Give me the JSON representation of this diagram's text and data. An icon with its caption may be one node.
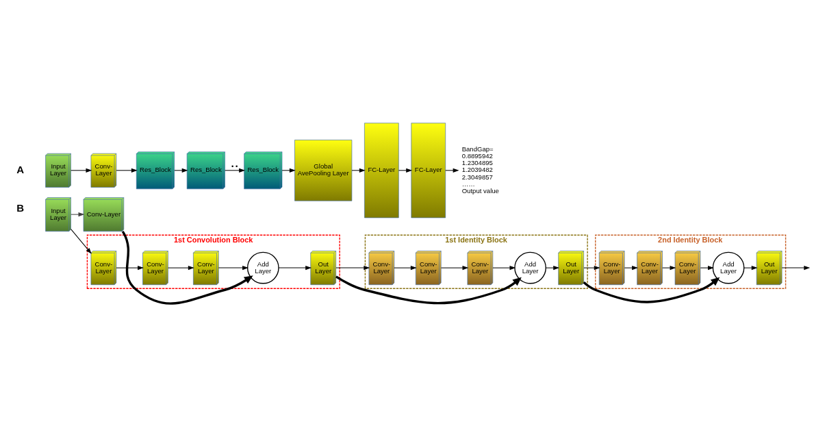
{
  "diagram": {
    "nodes": [
      {
        "text": [
          "Input Layer"
        ]
      },
      {
        "text": [
          "Conv- Layer"
        ]
      },
      {
        "text": [
          "Res_Block"
        ]
      },
      {
        "text": [
          "Res_Block"
        ]
      },
      {
        "text": [
          "Res_Block"
        ]
      },
      {
        "text": [
          "Global AvePooling Layer"
        ]
      },
      {
        "text": [
          "FC-Layer"
        ]
      },
      {
        "text": [
          "FC-Layer"
        ]
      },
      {
        "text": [
          "BandGap=",
          "0.8895942",
          "1.2304895",
          "1.2039482",
          "2.3049857",
          "……",
          "Output value"
        ]
      },
      {
        "text": [
          "Input Layer"
        ]
      },
      {
        "text": [
          "Conv-Layer"
        ]
      },
      {
        "text": [
          "1st Convolution Block"
        ]
      },
      {
        "text": [
          "Conv- Layer"
        ],
        "in": 11
      },
      {
        "text": [
          "Conv- Layer"
        ],
        "in": 11
      },
      {
        "text": [
          "Conv- Layer"
        ],
        "in": 11
      },
      {
        "text": [
          "Add Layer"
        ],
        "in": 11
      },
      {
        "text": [
          "Out Layer"
        ],
        "in": 11
      },
      {
        "text": [
          "1st Identity Block"
        ]
      },
      {
        "text": [
          "Conv- Layer"
        ],
        "in": 17
      },
      {
        "text": [
          "Conv- Layer"
        ],
        "in": 17
      },
      {
        "text": [
          "Conv- Layer"
        ],
        "in": 17
      },
      {
        "text": [
          "Add Layer"
        ],
        "in": 17
      },
      {
        "text": [
          "Out Layer"
        ],
        "in": 17
      },
      {
        "text": [
          "2nd Identity Block"
        ]
      },
      {
        "text": [
          "Conv- Layer"
        ],
        "in": 23
      },
      {
        "text": [
          "Conv- Layer"
        ],
        "in": 23
      },
      {
        "text": [
          "Conv- Layer"
        ],
        "in": 23
      },
      {
        "text": [
          "Add Layer"
        ],
        "in": 23
      },
      {
        "text": [
          "Out Layer"
        ],
        "in": 23
      }
    ],
    "edges": [
      {
        "from": 0,
        "to": 1,
        "arrow": "to"
      },
      {
        "from": 1,
        "to": 2,
        "arrow": "to"
      },
      {
        "from": 2,
        "to": 3,
        "arrow": "to"
      },
      {
        "from": 3,
        "to": 4,
        "arrow": "to",
        "label": "• •"
      },
      {
        "from": 4,
        "to": 5,
        "arrow": "to"
      },
      {
        "from": 5,
        "to": 6,
        "arrow": "to"
      },
      {
        "from": 6,
        "to": 7,
        "arrow": "to"
      },
      {
        "from": 7,
        "to": 8,
        "arrow": "to"
      },
      {
        "from": 9,
        "to": 10,
        "arrow": "to",
        "color": "#404040"
      },
      {
        "from": 9,
        "to": 12,
        "arrow": "to"
      },
      {
        "from": 12,
        "to": 13,
        "arrow": "to"
      },
      {
        "from": 13,
        "to": 14,
        "arrow": "to"
      },
      {
        "from": 14,
        "to": 15,
        "arrow": "to"
      },
      {
        "from": 10,
        "to": 15,
        "arrow": "to",
        "style": "thick"
      },
      {
        "from": 15,
        "to": 16,
        "arrow": "to"
      },
      {
        "from": 16,
        "to": 18,
        "arrow": "to"
      },
      {
        "from": 18,
        "to": 19,
        "arrow": "to"
      },
      {
        "from": 19,
        "to": 20,
        "arrow": "to"
      },
      {
        "from": 20,
        "to": 21,
        "arrow": "to"
      },
      {
        "from": 16,
        "to": 21,
        "arrow": "to",
        "style": "thick"
      },
      {
        "from": 21,
        "to": 22,
        "arrow": "to"
      },
      {
        "from": 22,
        "to": 24,
        "arrow": "to"
      },
      {
        "from": 24,
        "to": 25,
        "arrow": "to"
      },
      {
        "from": 25,
        "to": 26,
        "arrow": "to"
      },
      {
        "from": 26,
        "to": 27,
        "arrow": "to"
      },
      {
        "from": 22,
        "to": 27,
        "arrow": "to",
        "style": "thick"
      },
      {
        "from": 27,
        "to": 28,
        "arrow": "to"
      },
      {
        "from": 28,
        "to": null,
        "arrow": "to"
      }
    ],
    "labels": [
      "A",
      "B"
    ]
  }
}
